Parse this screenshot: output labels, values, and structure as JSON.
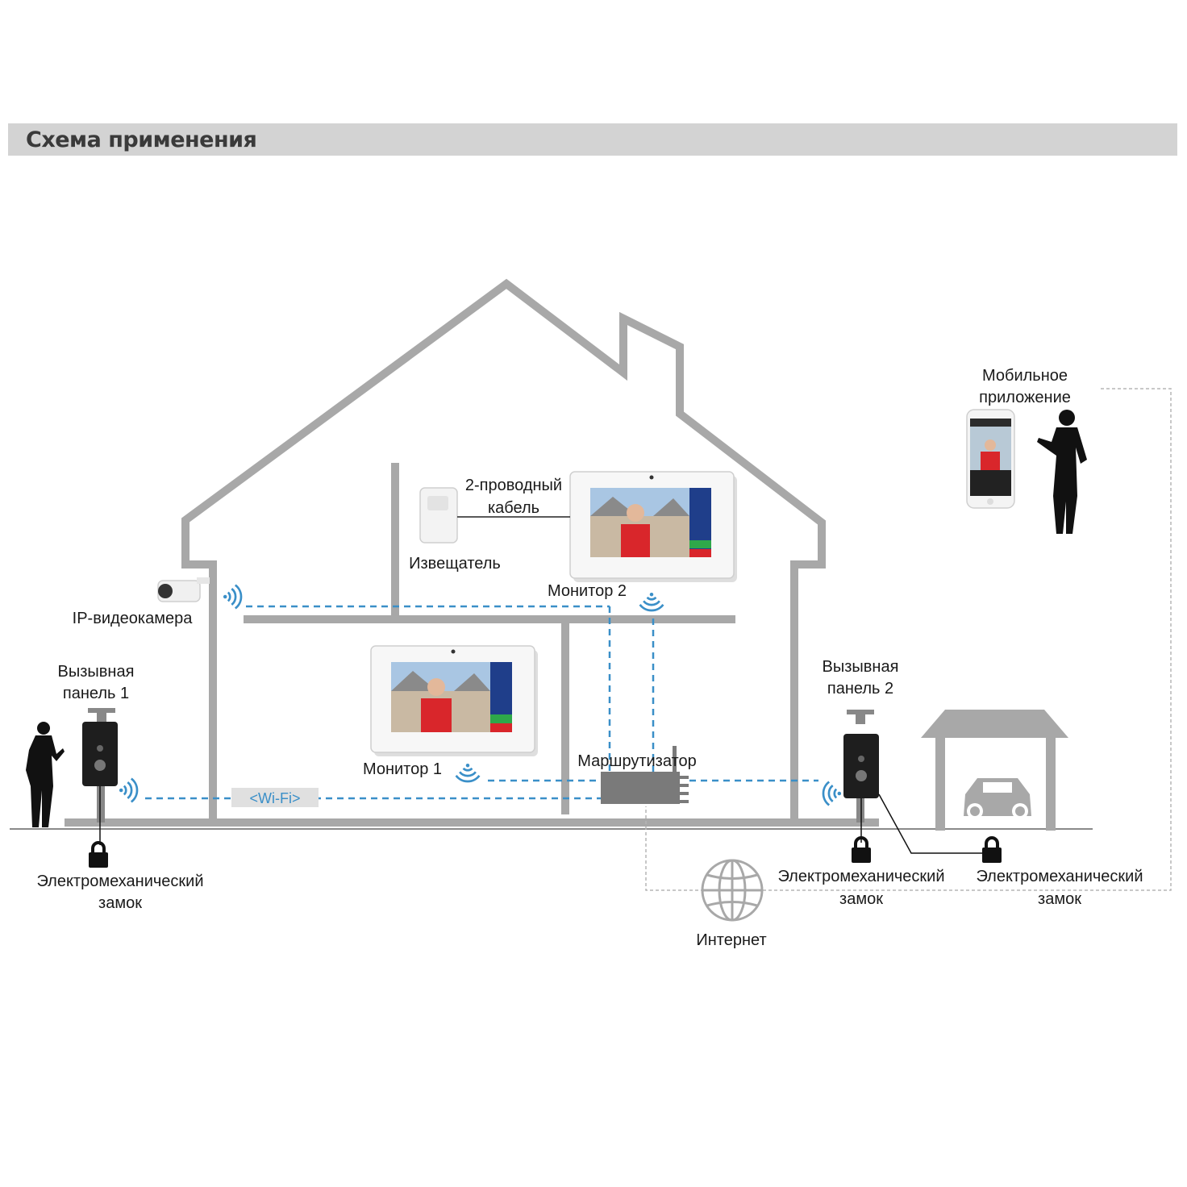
{
  "header": {
    "title": "Схема применения"
  },
  "labels": {
    "mobile_app_line1": "Мобильное",
    "mobile_app_line2": "приложение",
    "two_wire_cable_line1": "2-проводный",
    "two_wire_cable_line2": "кабель",
    "detector": "Извещатель",
    "monitor2": "Монитор 2",
    "ip_camera": "IP-видеокамера",
    "call_panel1_line1": "Вызывная",
    "call_panel1_line2": "панель 1",
    "call_panel2_line1": "Вызывная",
    "call_panel2_line2": "панель 2",
    "monitor1": "Монитор 1",
    "router": "Маршрутизатор",
    "wifi": "<Wi-Fi>",
    "lock_left_line1": "Электромеханический",
    "lock_left_line2": "замок",
    "lock_mid_line1": "Электромеханический",
    "lock_mid_line2": "замок",
    "lock_right_line1": "Электромеханический",
    "lock_right_line2": "замок",
    "internet": "Интернет"
  },
  "colors": {
    "house_outline": "#a8a8a8",
    "wifi_line": "#3a8fc8",
    "device_dark": "#1e1e1e",
    "header_bg": "#d3d3d3"
  },
  "icons": [
    "wifi-signal-icon",
    "lock-icon",
    "globe-icon",
    "car-icon",
    "person-silhouette",
    "smartphone",
    "camera",
    "detector",
    "router",
    "monitor",
    "call-panel"
  ]
}
